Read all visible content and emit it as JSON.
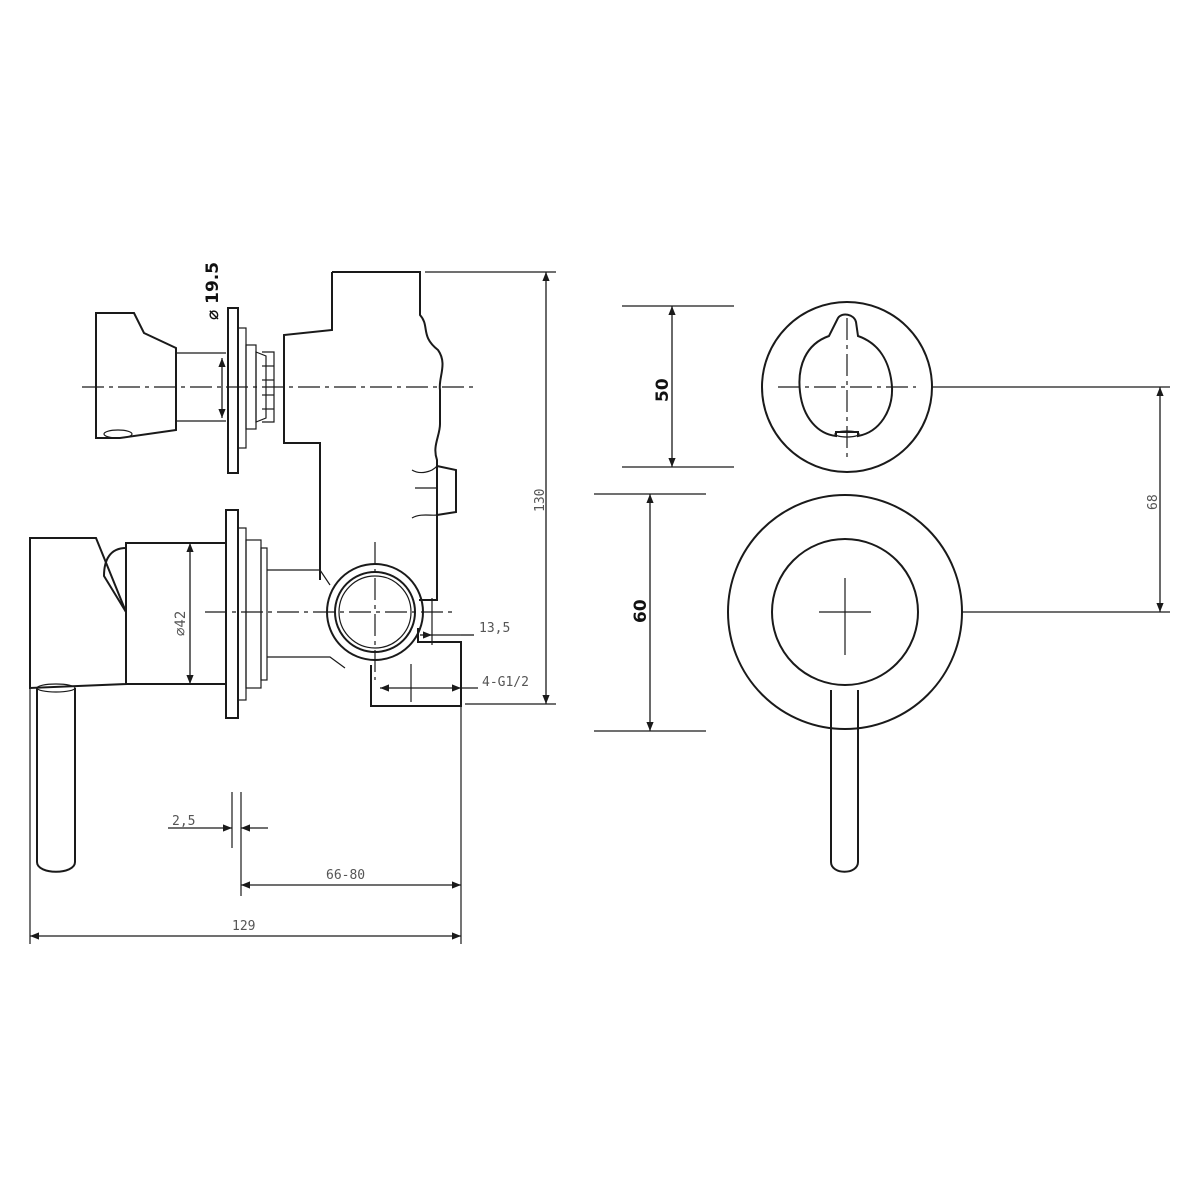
{
  "dimensions": {
    "diameter_19_5": "⌀ 19.5",
    "diameter_42": "⌀42",
    "height_130": "130",
    "offset_13_5": "13,5",
    "thread_4_g1_2": "4-G1/2",
    "thickness_2_5": "2,5",
    "depth_66_80": "66-80",
    "length_129": "129",
    "plate_50": "50",
    "plate_60": "60",
    "spacing_68": "68"
  }
}
